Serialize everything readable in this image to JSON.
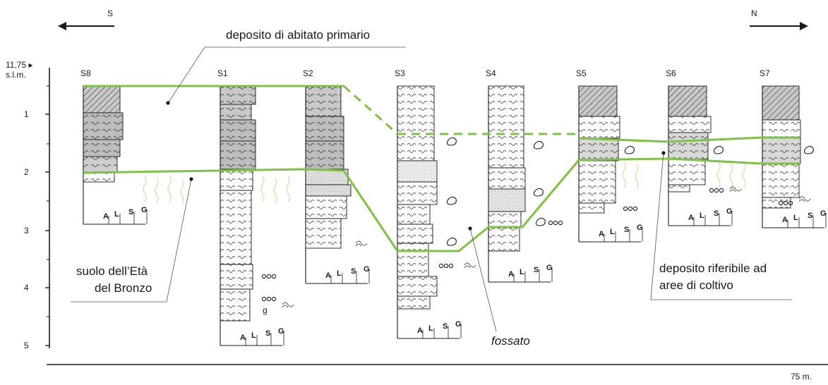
{
  "direction": {
    "left": "S",
    "right": "N"
  },
  "axis": {
    "top_label": "11,75 ▸",
    "top_unit": "s.l.m.",
    "depth_ticks": [
      "1",
      "2",
      "3",
      "4",
      "5"
    ],
    "distance_label": "75 m."
  },
  "columns": [
    "S8",
    "S1",
    "S2",
    "S3",
    "S4",
    "S5",
    "S6",
    "S7"
  ],
  "grain_scale": [
    "A",
    "L",
    "S",
    "G"
  ],
  "annotations": {
    "primary": "deposito di abitato primario",
    "soil_line1": "suolo dell’Età",
    "soil_line2": "del Bronzo",
    "ditch": "fossato",
    "cultivation_line1": "deposito riferibile ad",
    "cultivation_line2": "aree di coltivo"
  },
  "small_marks": {
    "g": "g"
  },
  "colors": {
    "boundary": "#7dc242",
    "roots": "#cfe3a8",
    "fill_dark": "#bdbdbd",
    "fill_mid": "#d8d8d8",
    "line": "#1a1a1a"
  }
}
